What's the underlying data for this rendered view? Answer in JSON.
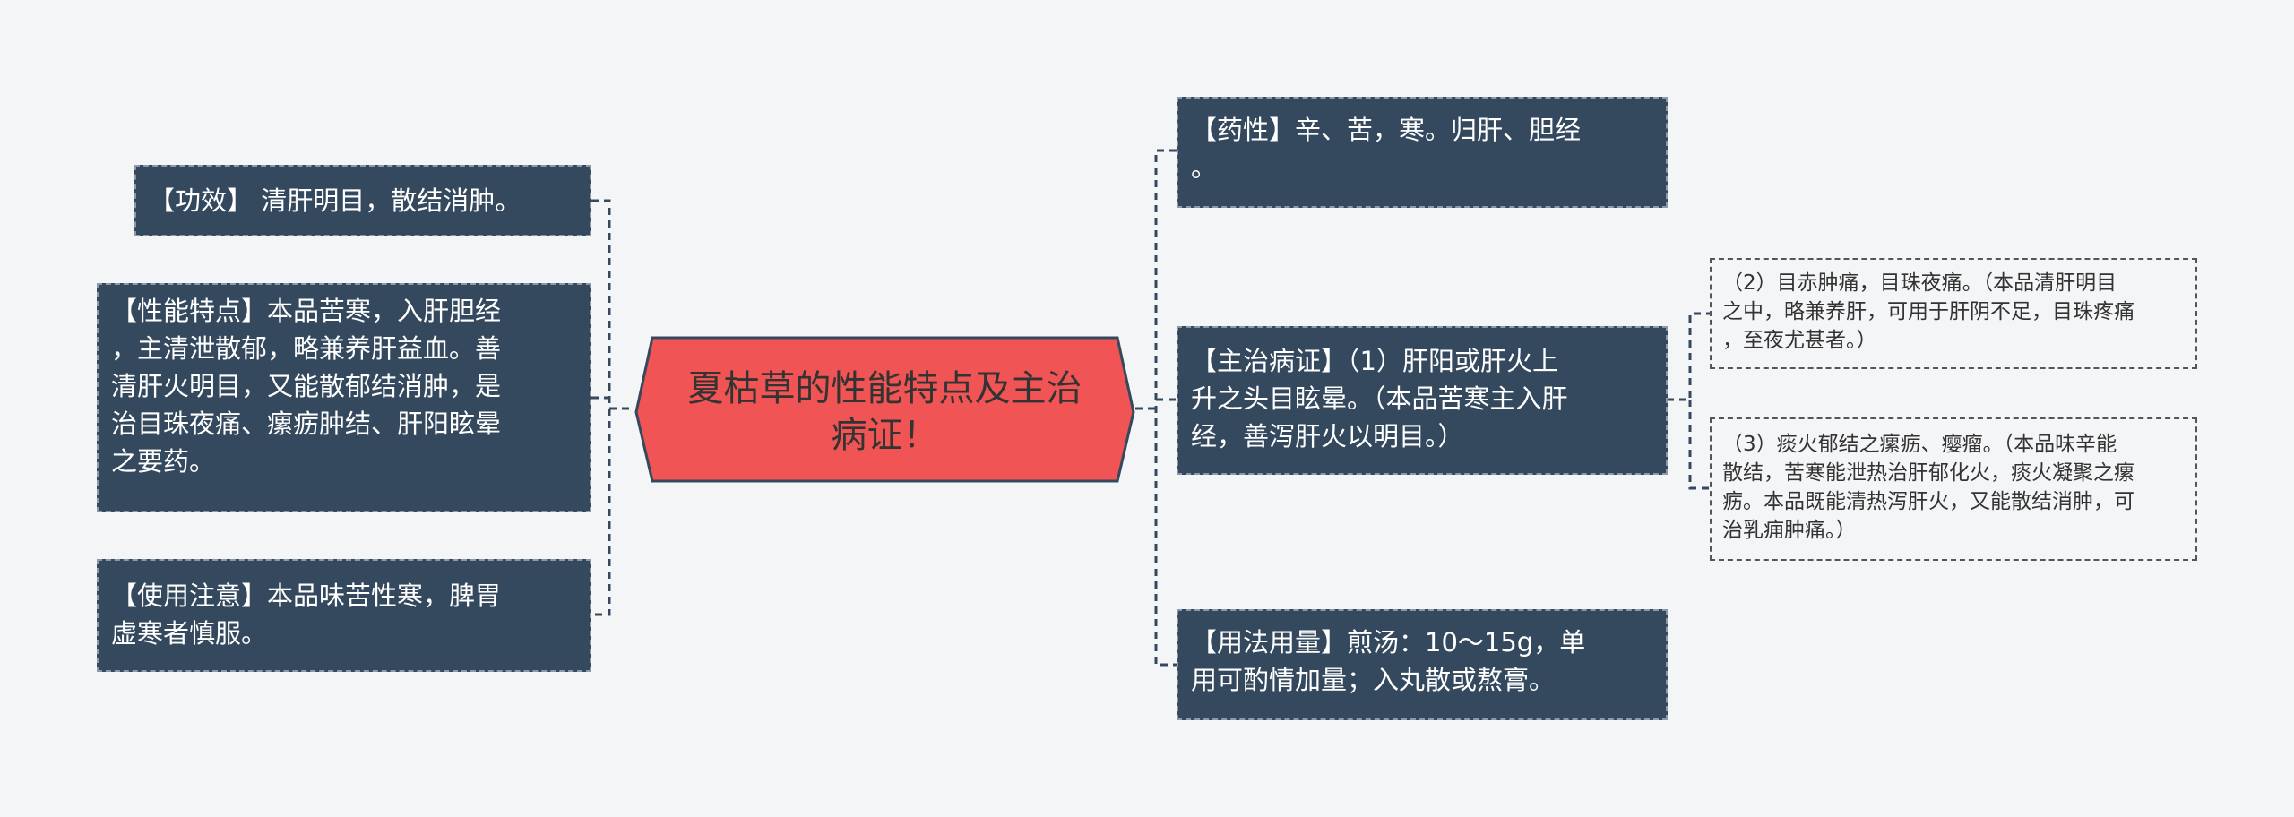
{
  "center": {
    "title": "夏枯草的性能特点及主治\n病证！"
  },
  "left_nodes": [
    {
      "id": "efficacy",
      "text": "【功效】 清肝明目，散结消肿。"
    },
    {
      "id": "characteristics",
      "text": "【性能特点】本品苦寒，入肝胆经\n，主清泄散郁，略兼养肝益血。善\n清肝火明目，又能散郁结消肿，是\n治目珠夜痛、瘰疬肿结、肝阳眩晕\n之要药。"
    },
    {
      "id": "precautions",
      "text": "【使用注意】本品味苦性寒，脾胃\n虚寒者慎服。"
    }
  ],
  "right_nodes": [
    {
      "id": "properties",
      "text": "【药性】辛、苦，寒。归肝、胆经\n。"
    },
    {
      "id": "indications",
      "text": "【主治病证】（1）肝阳或肝火上\n升之头目眩晕。（本品苦寒主入肝\n经，善泻肝火以明目。）"
    },
    {
      "id": "dosage",
      "text": "【用法用量】煎汤：10～15g，单\n用可酌情加量；入丸散或熬膏。"
    }
  ],
  "sub_nodes": [
    {
      "id": "indication-2",
      "text": "（2）目赤肿痛，目珠夜痛。（本品清肝明目\n之中，略兼养肝，可用于肝阴不足，目珠疼痛\n，至夜尤甚者。）"
    },
    {
      "id": "indication-3",
      "text": "（3）痰火郁结之瘰疬、瘿瘤。（本品味辛能\n散结，苦寒能泄热治肝郁化火，痰火凝聚之瘰\n疬。本品既能清热泻肝火，又能散结消肿，可\n治乳痈肿痛。）"
    }
  ],
  "colors": {
    "background": "#f4f5f7",
    "node_fill": "#34495e",
    "node_text": "#ffffff",
    "center_fill": "#f05454",
    "center_text": "#333333",
    "connector": "#34495e"
  }
}
